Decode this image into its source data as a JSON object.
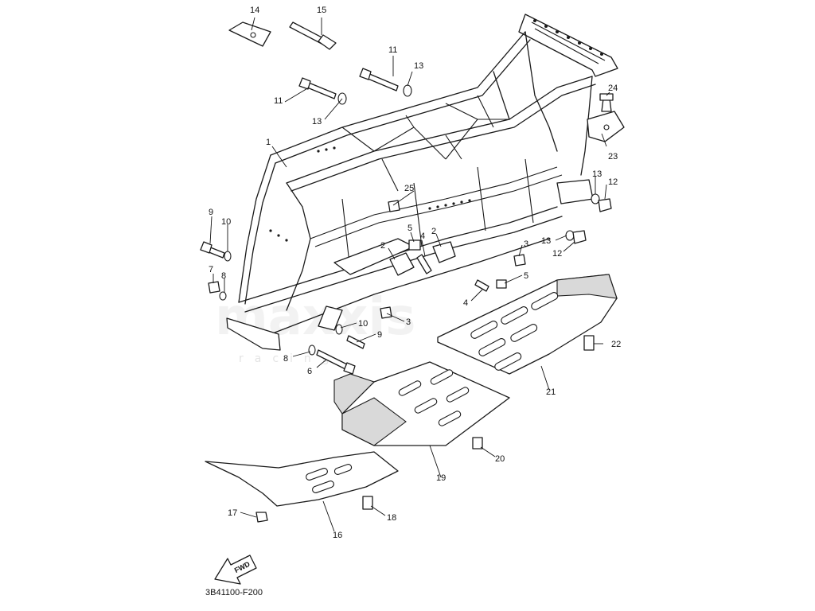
{
  "diagram": {
    "code": "3B41100-F200",
    "watermark": "maxxis",
    "watermark_sub": "racing",
    "fwd_label": "FWD",
    "callouts": {
      "c1": "1",
      "c2a": "2",
      "c2b": "2",
      "c3a": "3",
      "c3b": "3",
      "c4a": "4",
      "c4b": "4",
      "c5a": "5",
      "c5b": "5",
      "c6": "6",
      "c7": "7",
      "c8a": "8",
      "c8b": "8",
      "c9a": "9",
      "c9b": "9",
      "c10a": "10",
      "c10b": "10",
      "c11a": "11",
      "c11b": "11",
      "c12a": "12",
      "c12b": "12",
      "c13a": "13",
      "c13b": "13",
      "c13c": "13",
      "c13d": "13",
      "c14": "14",
      "c15": "15",
      "c16": "16",
      "c17": "17",
      "c18": "18",
      "c19": "19",
      "c20": "20",
      "c21": "21",
      "c22": "22",
      "c23": "23",
      "c24": "24",
      "c25": "25"
    }
  }
}
